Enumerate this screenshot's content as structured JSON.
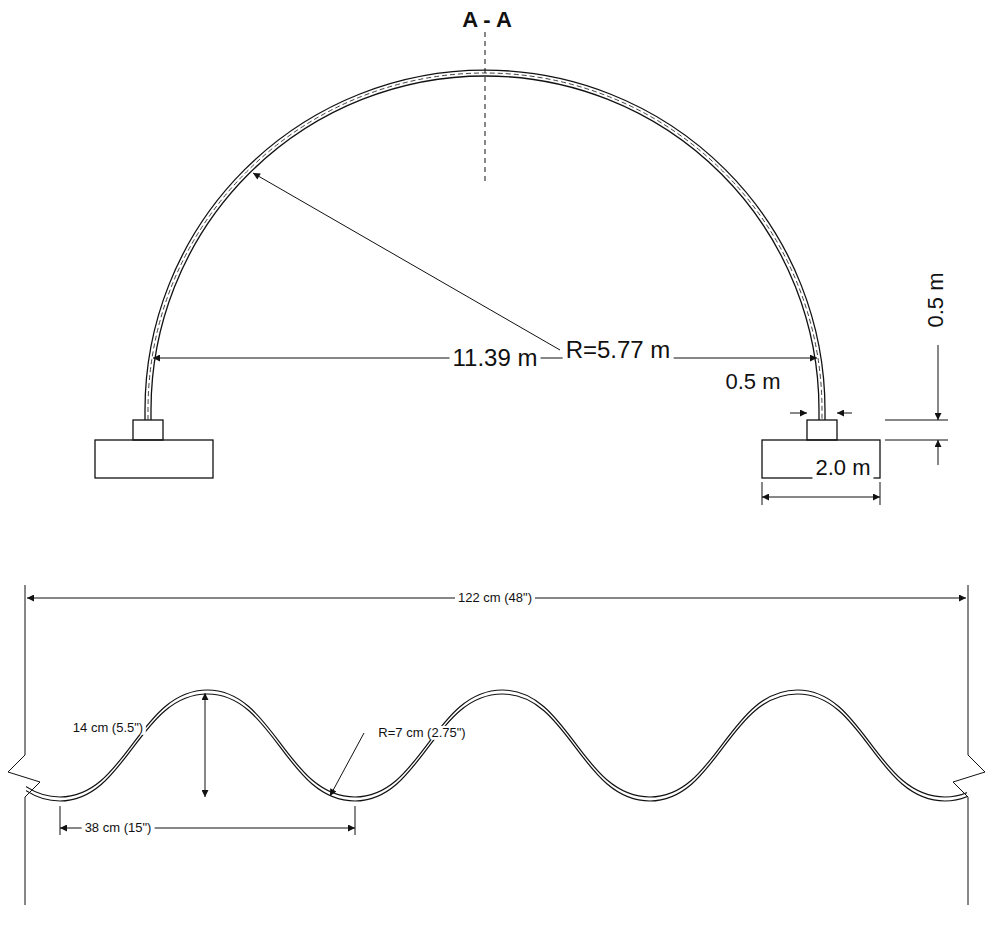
{
  "diagram": {
    "labels": [
      "A - A",
      "R=5.77 m",
      "11.39 m",
      "0.5 m",
      "0.5 m",
      "2.0 m",
      "122 cm (48\")",
      "14 cm (5.5\")",
      "R=7 cm (2.75\")",
      "38 cm (15\")"
    ]
  }
}
